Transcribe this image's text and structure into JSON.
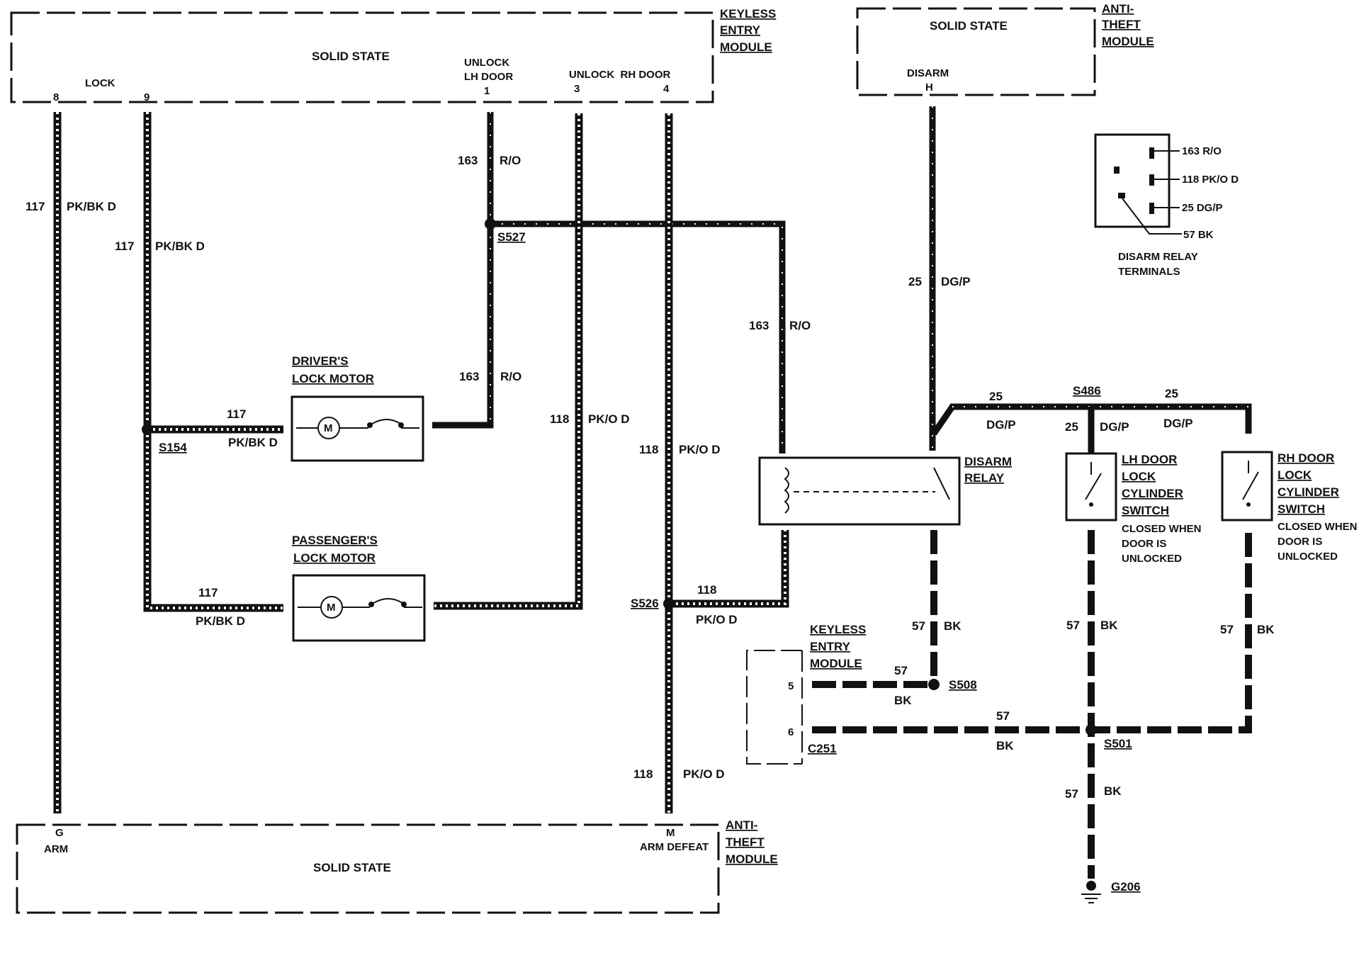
{
  "modules": {
    "keyless_top": {
      "title": "KEYLESS\nENTRY\nMODULE",
      "title_lines": [
        "KEYLESS",
        "ENTRY",
        "MODULE"
      ],
      "body": "SOLID STATE",
      "lock": "LOCK",
      "unlock_lh": [
        "UNLOCK",
        "LH DOOR"
      ],
      "unlock_rh": "UNLOCK  RH DOOR",
      "pins": [
        "8",
        "9",
        "1",
        "3",
        "4"
      ]
    },
    "antitheft_top": {
      "title_lines": [
        "ANTI-",
        "THEFT",
        "MODULE"
      ],
      "body": "SOLID STATE",
      "disarm": "DISARM",
      "pin": "H"
    },
    "antitheft_bottom": {
      "title_lines": [
        "ANTI-",
        "THEFT",
        "MODULE"
      ],
      "body": "SOLID STATE",
      "arm": "ARM",
      "arm_pin": "G",
      "arm_defeat": "ARM DEFEAT",
      "defeat_pin": "M"
    },
    "keyless_bottom": {
      "title_lines": [
        "KEYLESS",
        "ENTRY",
        "MODULE"
      ],
      "pins": [
        "5",
        "6"
      ],
      "connector": "C251"
    }
  },
  "components": {
    "drivers_motor": {
      "title_lines": [
        "DRIVER'S",
        "LOCK MOTOR"
      ],
      "symbol": "M"
    },
    "passengers_motor": {
      "title_lines": [
        "PASSENGER'S",
        "LOCK MOTOR"
      ],
      "symbol": "M"
    },
    "disarm_relay": {
      "title_lines": [
        "DISARM",
        "RELAY"
      ]
    },
    "lh_switch": {
      "title_lines": [
        "LH DOOR",
        "LOCK",
        "CYLINDER",
        "SWITCH"
      ],
      "note_lines": [
        "CLOSED WHEN",
        "DOOR IS",
        "UNLOCKED"
      ]
    },
    "rh_switch": {
      "title_lines": [
        "RH DOOR",
        "LOCK",
        "CYLINDER",
        "SWITCH"
      ],
      "note_lines": [
        "CLOSED WHEN",
        "DOOR IS",
        "UNLOCKED"
      ]
    }
  },
  "terminals_inset": {
    "labels": [
      "163 R/O",
      "118 PK/O D",
      "25 DG/P",
      "57 BK"
    ],
    "caption_lines": [
      "DISARM RELAY",
      "TERMINALS"
    ]
  },
  "splices": [
    "S527",
    "S154",
    "S526",
    "S486",
    "S508",
    "S501"
  ],
  "ground": "G206",
  "wire_labels": [
    {
      "id": "w117a",
      "num": "117",
      "color": "PK/BK D"
    },
    {
      "id": "w117b",
      "num": "117",
      "color": "PK/BK D"
    },
    {
      "id": "w163a",
      "num": "163",
      "color": "R/O"
    },
    {
      "id": "w163b",
      "num": "163",
      "color": "R/O"
    },
    {
      "id": "w163c",
      "num": "163",
      "color": "R/O"
    },
    {
      "id": "w117c",
      "num": "117",
      "color": "PK/BK D"
    },
    {
      "id": "w117d",
      "num": "117",
      "color": "PK/BK D"
    },
    {
      "id": "w118a",
      "num": "118",
      "color": "PK/O D"
    },
    {
      "id": "w118b",
      "num": "118",
      "color": "PK/O D"
    },
    {
      "id": "w118c",
      "num": "118",
      "color": "PK/O D"
    },
    {
      "id": "w118d",
      "num": "118",
      "color": "PK/O D"
    },
    {
      "id": "w25a",
      "num": "25",
      "color": "DG/P"
    },
    {
      "id": "w25b",
      "num": "25",
      "color": "DG/P"
    },
    {
      "id": "w25c",
      "num": "25",
      "color": "DG/P"
    },
    {
      "id": "w25d",
      "num": "25",
      "color": "DG/P"
    },
    {
      "id": "w57a",
      "num": "57",
      "color": "BK"
    },
    {
      "id": "w57b",
      "num": "57",
      "color": "BK"
    },
    {
      "id": "w57c",
      "num": "57",
      "color": "BK"
    },
    {
      "id": "w57d",
      "num": "57",
      "color": "BK"
    },
    {
      "id": "w57e",
      "num": "57",
      "color": "BK"
    },
    {
      "id": "w57f",
      "num": "57",
      "color": "BK"
    }
  ]
}
